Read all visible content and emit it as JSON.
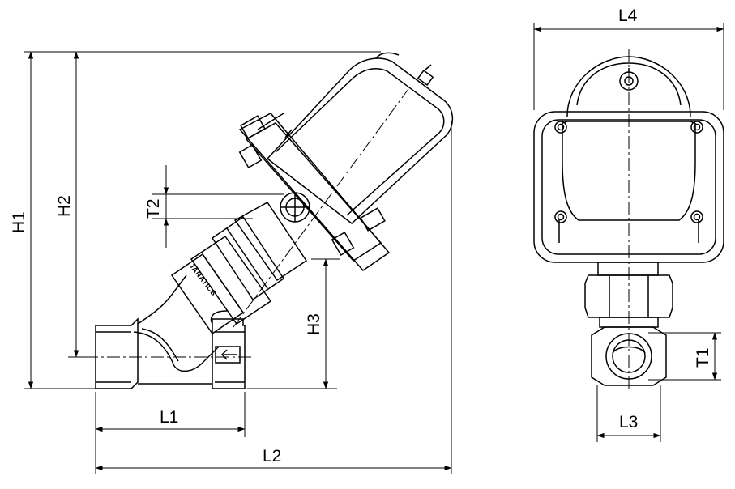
{
  "labels": {
    "H1": "H1",
    "H2": "H2",
    "H3": "H3",
    "T2": "T2",
    "L1": "L1",
    "L2": "L2",
    "L3": "L3",
    "L4": "L4",
    "T1": "T1"
  },
  "brand": "JANATICS"
}
